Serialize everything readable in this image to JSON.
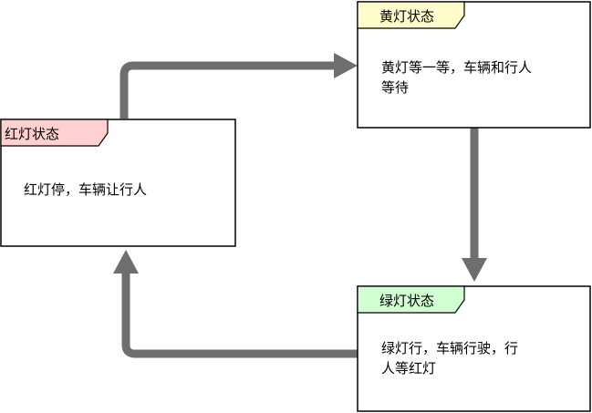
{
  "states": {
    "red": {
      "title": "红灯状态",
      "desc_lines": [
        "红灯停，车辆让行人"
      ],
      "tab_color": "#ffd0d0"
    },
    "yellow": {
      "title": "黄灯状态",
      "desc_lines": [
        "黄灯等一等，车辆和行人",
        "等待"
      ],
      "tab_color": "#fffccc"
    },
    "green": {
      "title": "绿灯状态",
      "desc_lines": [
        "绿灯行，车辆行驶，行",
        "人等红灯"
      ],
      "tab_color": "#d2ffd2"
    }
  },
  "colors": {
    "arrow": "#6e6e6e",
    "border": "#000000",
    "box_fill": "#ffffff"
  }
}
